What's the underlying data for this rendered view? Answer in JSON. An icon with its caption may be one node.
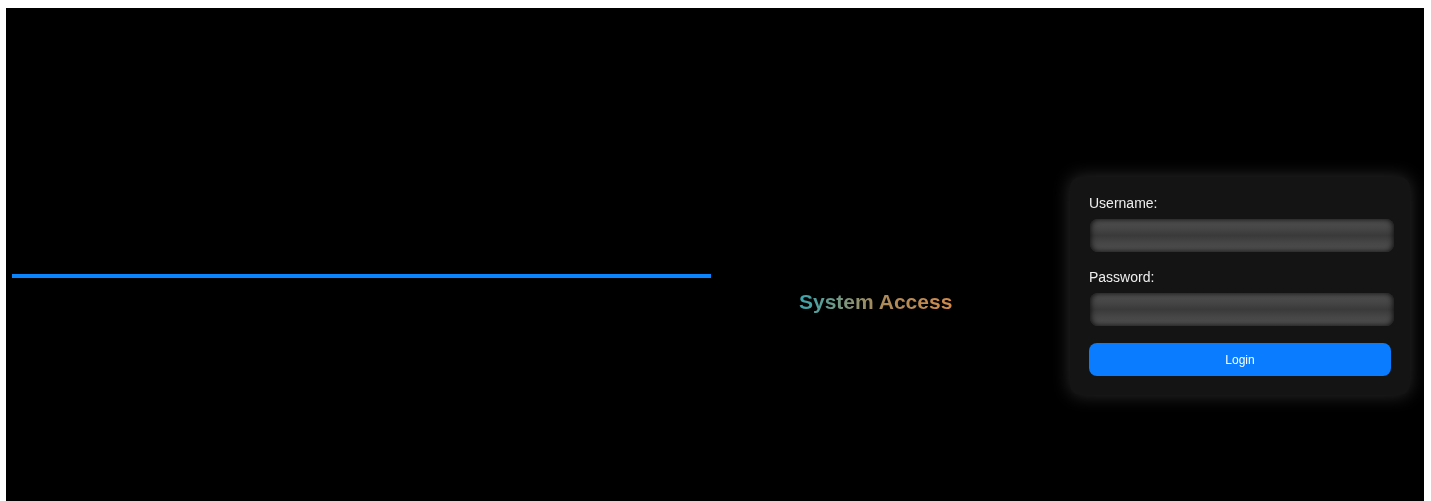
{
  "diagram": {
    "title": "System Access",
    "labels": [
      "Username:",
      "Password:",
      "Login"
    ]
  }
}
